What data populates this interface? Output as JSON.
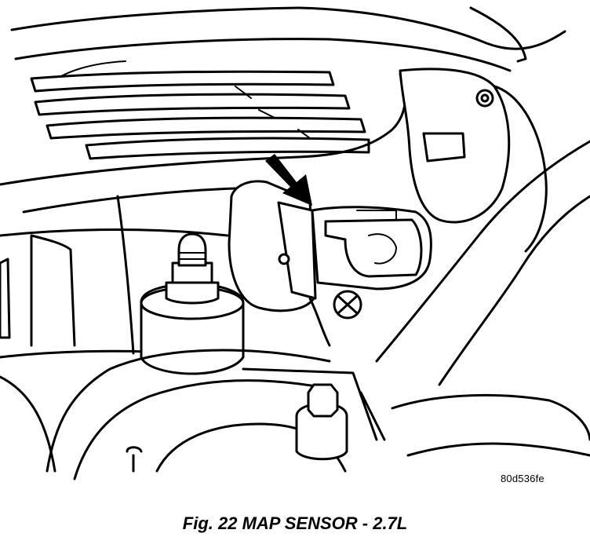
{
  "figure": {
    "ref_code": "80d536fe",
    "caption": "Fig. 22 MAP SENSOR - 2.7L"
  },
  "colors": {
    "line": "#000000",
    "background": "#ffffff"
  },
  "icons": {
    "callout": "arrow-down-left"
  }
}
